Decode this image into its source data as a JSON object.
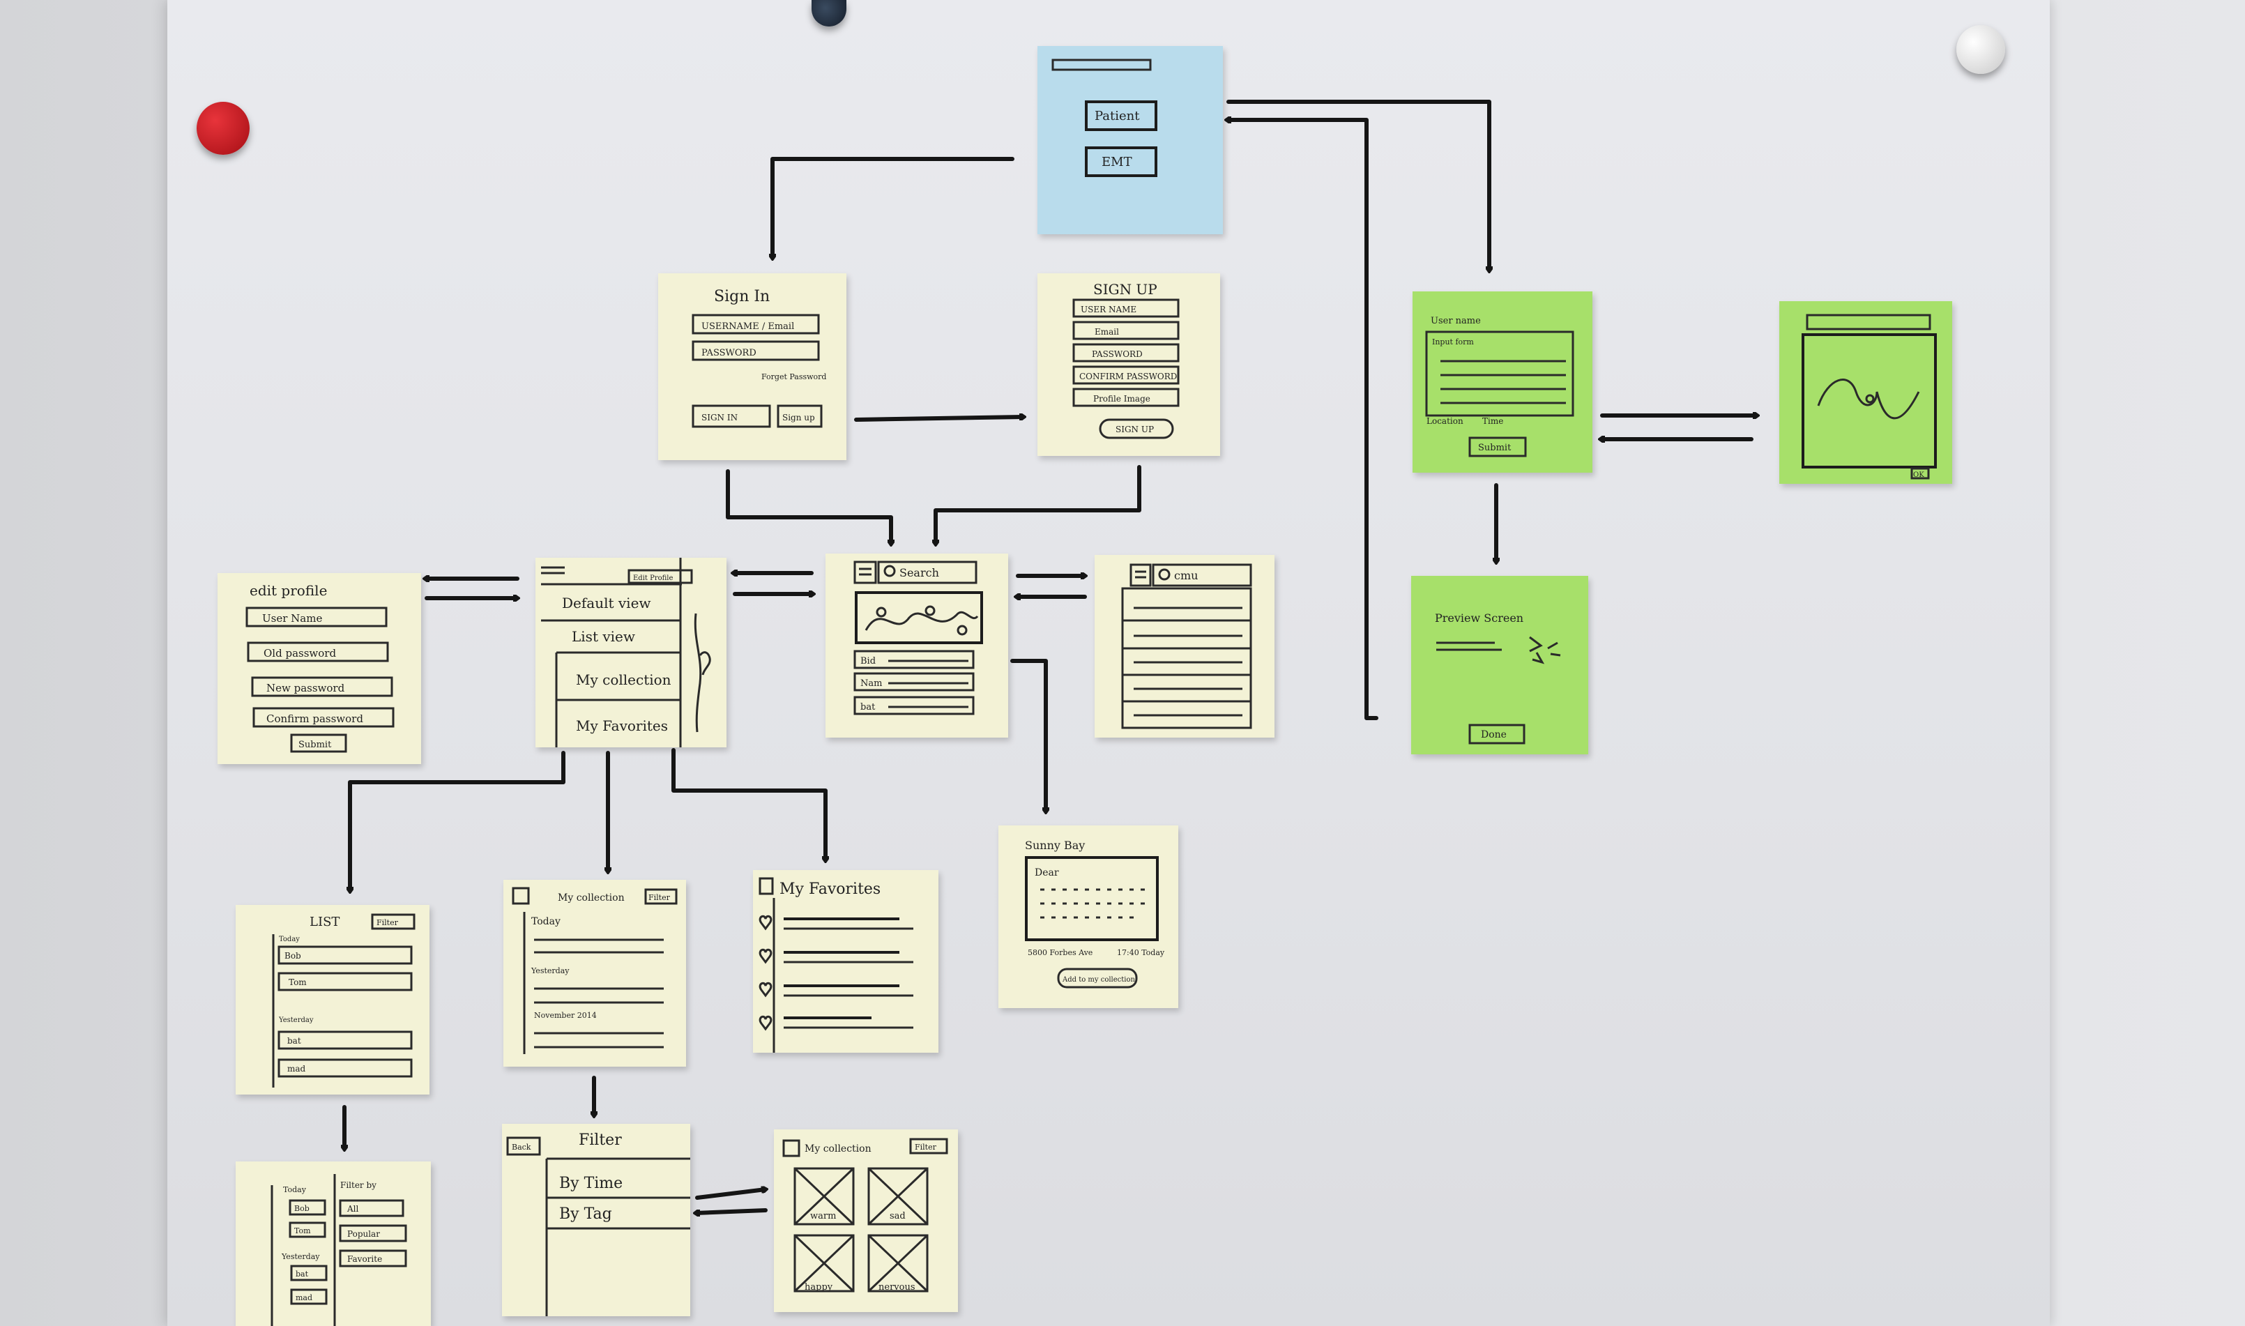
{
  "notes": {
    "role": {
      "patient": "Patient",
      "emt": "EMT"
    },
    "sign_in": {
      "title": "Sign In",
      "username": "USERNAME / Email",
      "password": "PASSWORD",
      "forgot": "Forget Password",
      "sign_in_btn": "SIGN IN",
      "sign_up_btn": "Sign up"
    },
    "sign_up": {
      "title": "SIGN UP",
      "user_name": "USER NAME",
      "email": "Email",
      "password": "PASSWORD",
      "confirm": "CONFIRM PASSWORD",
      "profile_image": "Profile Image",
      "sign_up_btn": "SIGN UP"
    },
    "edit_profile": {
      "title": "edit profile",
      "user_name": "User Name",
      "old_password": "Old password",
      "new_password": "New password",
      "confirm_password": "Confirm password",
      "submit": "Submit"
    },
    "menu": {
      "edit": "Edit Profile",
      "default_view": "Default view",
      "list_view": "List view",
      "my_collection": "My collection",
      "my_favorites": "My Favorites"
    },
    "search": {
      "search": "Search",
      "row1": "Bid",
      "row2": "Nam",
      "row3": "bat"
    },
    "search_list": {
      "query": "cmu"
    },
    "list": {
      "title": "LIST",
      "filter": "Filter",
      "today": "Today",
      "bob": "Bob",
      "tom": "Tom",
      "yesterday": "Yesterday",
      "bat": "bat",
      "mad": "mad"
    },
    "my_collection_list": {
      "title": "My collection",
      "filter": "Filter",
      "today": "Today",
      "yesterday": "Yesterday",
      "date": "November 2014"
    },
    "my_favorites": {
      "title": "My Favorites"
    },
    "detail": {
      "title": "Sunny Bay",
      "dear": "Dear",
      "address": "5800 Forbes Ave",
      "time": "17:40 Today",
      "add_btn": "Add to my collection"
    },
    "filter_by": {
      "today": "Today",
      "bob": "Bob",
      "tom": "Tom",
      "yesterday": "Yesterday",
      "bat": "bat",
      "mad": "mad",
      "filter_by": "Filter by",
      "all": "All",
      "popular": "Popular",
      "favorite": "Favorite"
    },
    "filter": {
      "back": "Back",
      "title": "Filter",
      "by_time": "By Time",
      "by_tag": "By Tag"
    },
    "collection_grid": {
      "title": "My collection",
      "filter": "Filter",
      "c1": "warm",
      "c2": "sad",
      "c3": "happy",
      "c4": "nervous"
    },
    "emt_form": {
      "user_name": "User name",
      "input": "Input form",
      "location": "Location",
      "time": "Time",
      "submit": "Submit"
    },
    "emt_map": {
      "ok": "OK"
    },
    "preview": {
      "title": "Preview Screen",
      "done": "Done"
    }
  },
  "colors": {
    "sticky_yellow": "#f3f2d6",
    "sticky_blue": "#b9dcec",
    "sticky_green": "#a7e06a",
    "ink": "#1c1c1c",
    "magnet_red": "#c8161d",
    "magnet_navy": "#1e2a3a",
    "magnet_white": "#f2f2f2"
  }
}
